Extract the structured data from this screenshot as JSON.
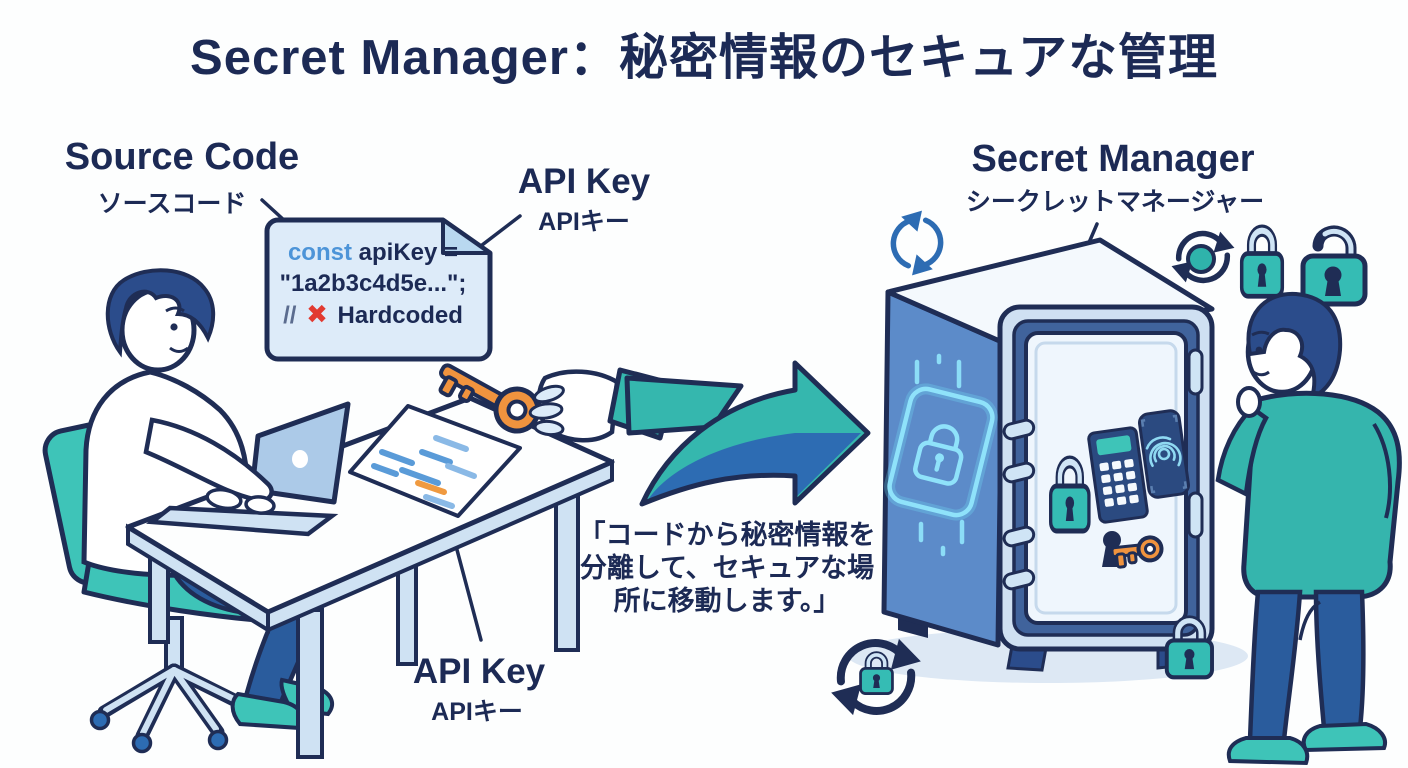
{
  "title": "Secret Manager：秘密情報のセキュアな管理",
  "labels": {
    "source_code": {
      "en": "Source Code",
      "ja": "ソースコード"
    },
    "api_key_top": {
      "en": "API Key",
      "ja": "APIキー"
    },
    "api_key_bottom": {
      "en": "API Key",
      "ja": "APIキー"
    },
    "secret_manager": {
      "en": "Secret Manager",
      "ja": "シークレットマネージャー"
    }
  },
  "code_card": {
    "keyword": "const",
    "declaration": " apiKey =",
    "value_line": "\"1a2b3c4d5e...\";",
    "comment_slashes": "// ",
    "error_mark": "✖",
    "comment_text": " Hardcoded"
  },
  "quote": {
    "line1": "「コードから秘密情報を",
    "line2": "分離して、セキュアな場",
    "line3": "所に移動します。」"
  },
  "icons": {
    "left_scene": [
      "developer-figure",
      "office-chair",
      "laptop",
      "desk",
      "code-document",
      "hand-with-key",
      "api-key"
    ],
    "right_scene": [
      "vault-safe",
      "glowing-lock",
      "door-padlock",
      "keypad",
      "fingerprint-scanner",
      "door-key",
      "sync",
      "sync-teal",
      "closed-padlock",
      "open-padlock",
      "sync-lock",
      "small-padlock",
      "observer-figure"
    ],
    "flow": "curved-arrow"
  },
  "colors": {
    "navy_outline": "#1f2d55",
    "teal": "#35b7ae",
    "chair_teal": "#3ec4b8",
    "arrow_blue": "#2d6cb3",
    "light_blue": "#cfe2f3",
    "card_bg": "#ddebf9",
    "keyword_blue": "#4d94d8",
    "error_red": "#e23a31",
    "key_orange": "#f0933e",
    "safe_side_blue": "#5c8bc9",
    "glow_cyan": "#72d9f6",
    "pants_blue": "#2a5c9d"
  }
}
